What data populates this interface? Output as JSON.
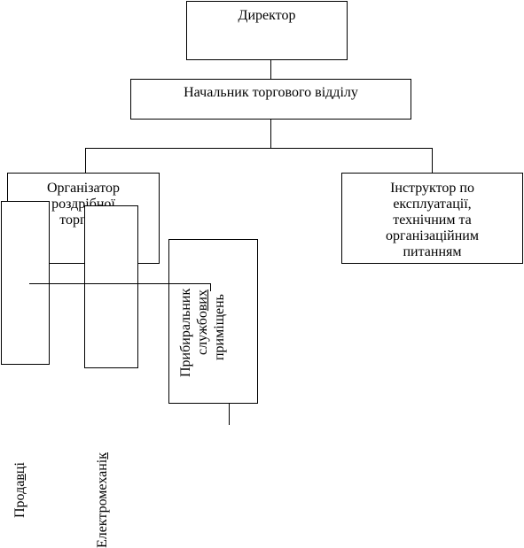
{
  "nodes": {
    "director": "Директор",
    "head": "Начальник торгового відділу",
    "organizer_lines": [
      "Організатор",
      "роздрібної",
      "торгівлі"
    ],
    "instructor_lines": [
      "Інструктор по",
      "експлуатації,",
      "технічним та",
      "організаційним",
      "питанням"
    ],
    "sellers_parts": [
      "Прода",
      "в",
      "ці"
    ],
    "electromechanic_parts": [
      "Електромехані",
      "к"
    ],
    "cleaner_lines_parts": [
      [
        "Прибиральник"
      ],
      [
        "службо",
        "вих"
      ],
      [
        "приміщень"
      ]
    ]
  }
}
